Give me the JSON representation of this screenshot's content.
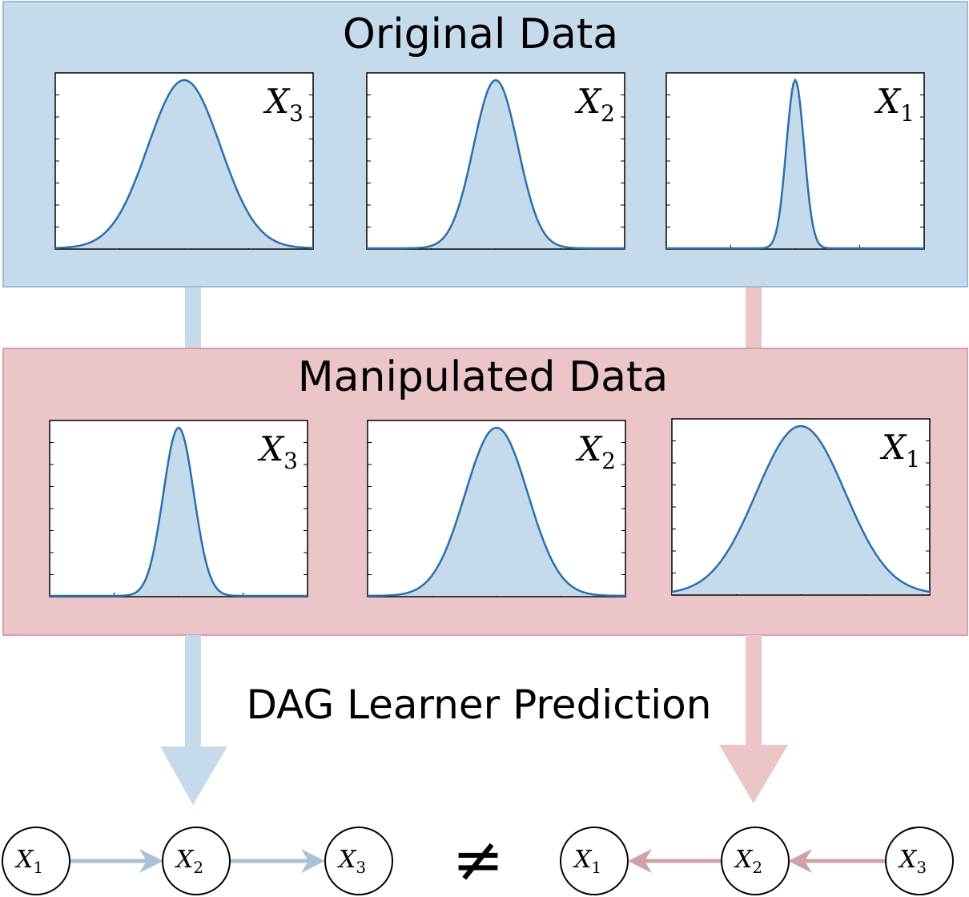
{
  "original": {
    "title": "Original Data",
    "plots": [
      {
        "var": "X",
        "sub": "3",
        "sigma": 0.9
      },
      {
        "var": "X",
        "sub": "2",
        "sigma": 0.55
      },
      {
        "var": "X",
        "sub": "1",
        "sigma": 0.22
      }
    ]
  },
  "manipulated": {
    "title": "Manipulated Data",
    "plots": [
      {
        "var": "X",
        "sub": "3",
        "sigma": 0.38
      },
      {
        "var": "X",
        "sub": "2",
        "sigma": 0.78
      },
      {
        "var": "X",
        "sub": "1",
        "sigma": 1.1
      }
    ]
  },
  "prediction_label": "DAG Learner Prediction",
  "not_equal_symbol": "≠",
  "left_dag": {
    "nodes": [
      {
        "var": "X",
        "sub": "1"
      },
      {
        "var": "X",
        "sub": "2"
      },
      {
        "var": "X",
        "sub": "3"
      }
    ],
    "edges": [
      [
        "X1",
        "X2"
      ],
      [
        "X2",
        "X3"
      ]
    ]
  },
  "right_dag": {
    "nodes": [
      {
        "var": "X",
        "sub": "1"
      },
      {
        "var": "X",
        "sub": "2"
      },
      {
        "var": "X",
        "sub": "3"
      }
    ],
    "edges": [
      [
        "X2",
        "X1"
      ],
      [
        "X3",
        "X2"
      ]
    ]
  },
  "colors": {
    "blue_panel": "#c5dbec",
    "blue_border": "#9bbcd8",
    "red_panel": "#ebc5c7",
    "red_border": "#d9a1a5",
    "curve": "#2b6fae",
    "fill": "#c5dbec",
    "blue_arrow": "#c5dbec",
    "red_arrow": "#ebc5c7",
    "blue_edge": "#a9c2d6",
    "red_edge": "#cfa3a6"
  }
}
